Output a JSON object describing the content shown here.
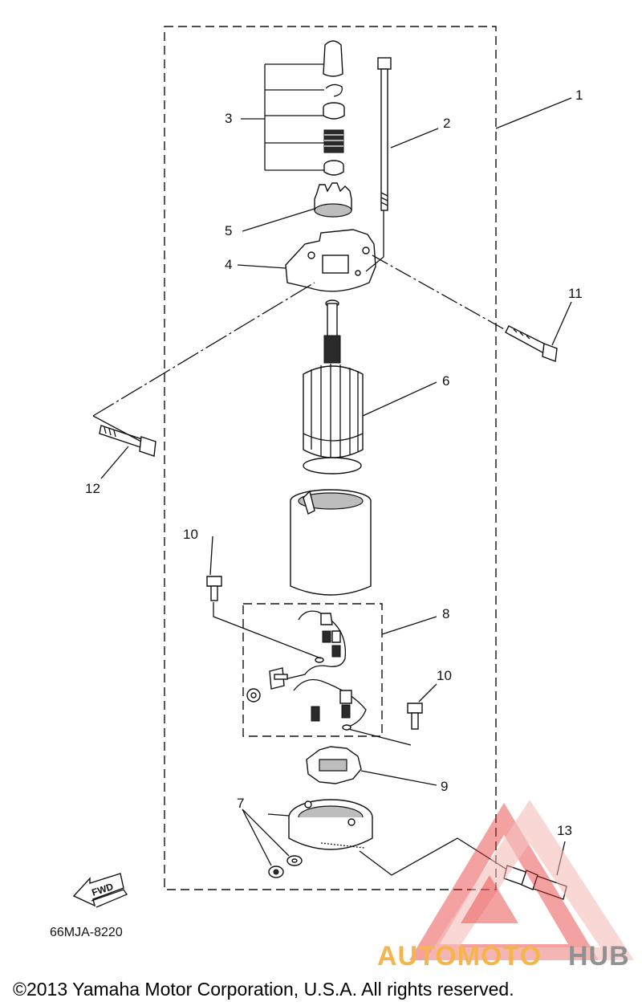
{
  "diagram": {
    "code": "66MJA-8220",
    "fwd_label": "FWD",
    "callouts": [
      "1",
      "2",
      "3",
      "4",
      "5",
      "6",
      "7",
      "8",
      "9",
      "10",
      "10",
      "11",
      "12",
      "13"
    ]
  },
  "watermark": {
    "brand_part1": "AUTOMOTO",
    "brand_part2": "HUB",
    "color_red": "#e8302f",
    "color_orange": "#f5a623",
    "color_gray": "#7a7a7a"
  },
  "footer": {
    "copyright": "©2013 Yamaha Motor Corporation, U.S.A. All rights reserved."
  }
}
